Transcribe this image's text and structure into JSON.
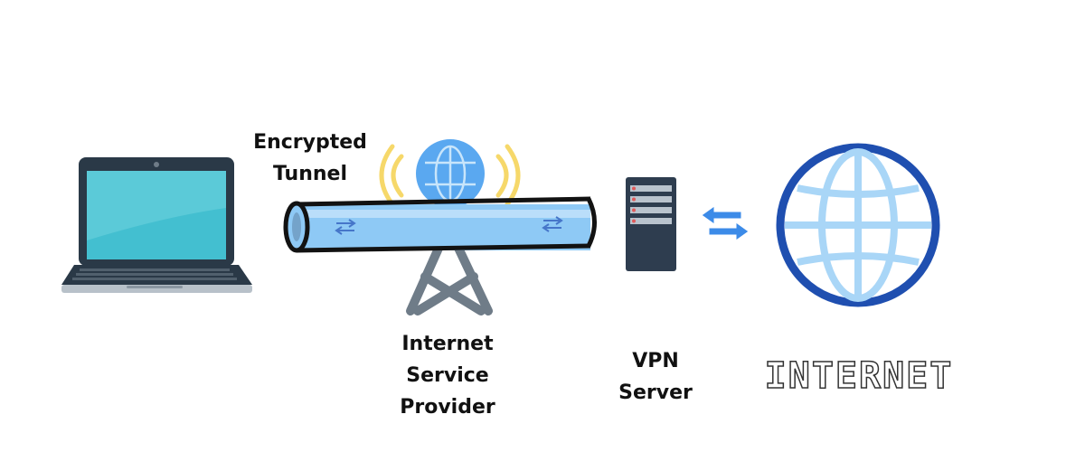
{
  "labels": {
    "encrypted_tunnel": [
      "Encrypted",
      "Tunnel"
    ],
    "isp": [
      "Internet",
      "Service",
      "Provider"
    ],
    "vpn_server": [
      "VPN",
      "Server"
    ],
    "internet_word": "INTERNET"
  },
  "colors": {
    "laptop_body": "#2a3947",
    "laptop_screen": "#43bfd0",
    "tunnel_fill": "#8ec9f5",
    "tunnel_stroke": "#121212",
    "globe_blue": "#1f4fb0",
    "globe_light": "#a9d6f7",
    "signal_yellow": "#f6d86a",
    "tower_gray": "#6f7c88",
    "server_body": "#2e3d4f",
    "arrow_blue": "#3c8be8"
  },
  "icons": [
    "laptop-icon",
    "encrypted-tunnel-pipe",
    "isp-tower-icon",
    "small-globe-icon",
    "signal-waves-icon",
    "vpn-server-icon",
    "bidirectional-arrows-icon",
    "internet-globe-icon"
  ]
}
